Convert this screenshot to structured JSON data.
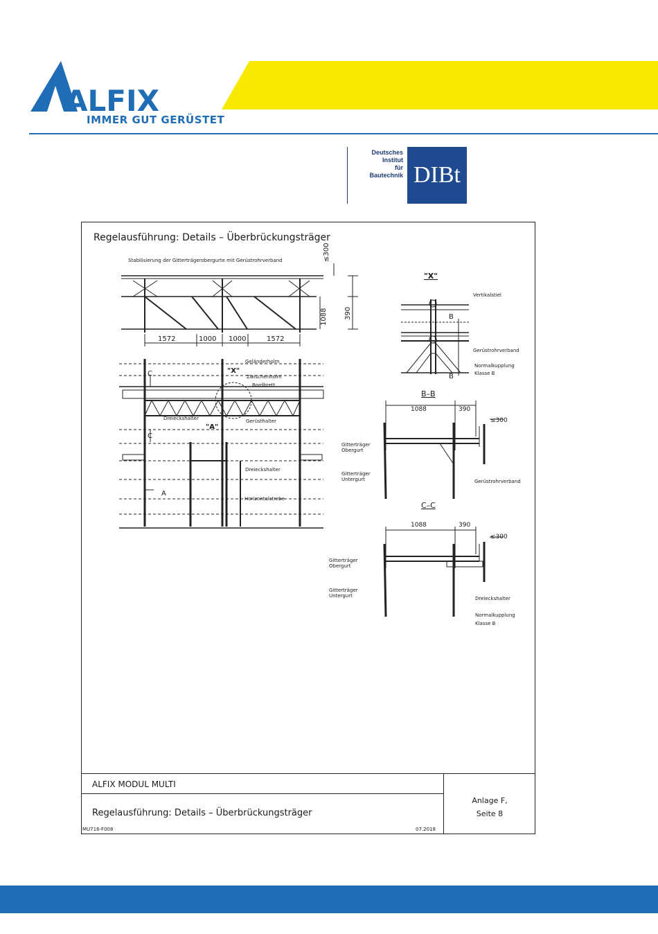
{
  "brand": {
    "logo_text": "ALFIX",
    "tagline": "IMMER GUT GERÜSTET",
    "blue": "#1f6db5",
    "yellow": "#f7ea00"
  },
  "dibt": {
    "name_lines": [
      "Deutsches",
      "Institut",
      "für",
      "Bautechnik"
    ],
    "abbr": "DIBt"
  },
  "drawing": {
    "title": "Regelausführung: Details – Überbrückungsträger",
    "note": "Stabilisierung der Gitterträgerobergurte mit Gerüstrohrverband",
    "elevation_dims": [
      "1572",
      "1000",
      "1000",
      "1572"
    ],
    "side_dims": [
      "≤300",
      "1088",
      "390"
    ],
    "elevation_labels": {
      "gelaenderholm": "Geländerholm",
      "zwischenholm": "Zwischenholm",
      "bordbrett": "Bordbrett",
      "dreieckshalter_left": "Dreieckshalter",
      "geruesthalter": "Gerüsthalter",
      "dreieckshalter_right": "Dreieckshalter",
      "horizontalstrebe": "Horizontalstrebe",
      "mark_c": "C",
      "mark_c2": "C",
      "mark_a": "A",
      "mark_x": "\"X\"",
      "mark_a2": "\"A\""
    },
    "detail_x": {
      "title": "\"X\"",
      "vertikalstiel": "Vertikalstiel",
      "geruestrohrverband": "Gerüstrohrverband",
      "normalkupplung": "Normalkupplung",
      "klasse": "Klasse B",
      "mark_b": "B",
      "mark_b2": "B"
    },
    "section_bb": {
      "title": "B–B",
      "dim1": "1088",
      "dim2": "390",
      "dim3": "≤300",
      "obergurt": [
        "Gitterträger",
        "Obergurt"
      ],
      "untergurt": [
        "Gitterträger",
        "Untergurt"
      ],
      "verband": "Gerüstrohrverband"
    },
    "section_cc": {
      "title": "C–C",
      "dim1": "1088",
      "dim2": "390",
      "dim3": "≤300",
      "obergurt": [
        "Gitterträger",
        "Obergurt"
      ],
      "untergurt": [
        "Gitterträger",
        "Untergurt"
      ],
      "dreieckshalter": "Dreieckshalter",
      "normalkupplung": "Normalkupplung",
      "klasse": "Klasse B"
    }
  },
  "title_block": {
    "product": "ALFIX MODUL MULTI",
    "title": "Regelausführung: Details – Überbrückungsträger",
    "doc_number": "MU716-F008",
    "date": "07.2018",
    "anlage": "Anlage F,",
    "seite": "Seite 8"
  }
}
